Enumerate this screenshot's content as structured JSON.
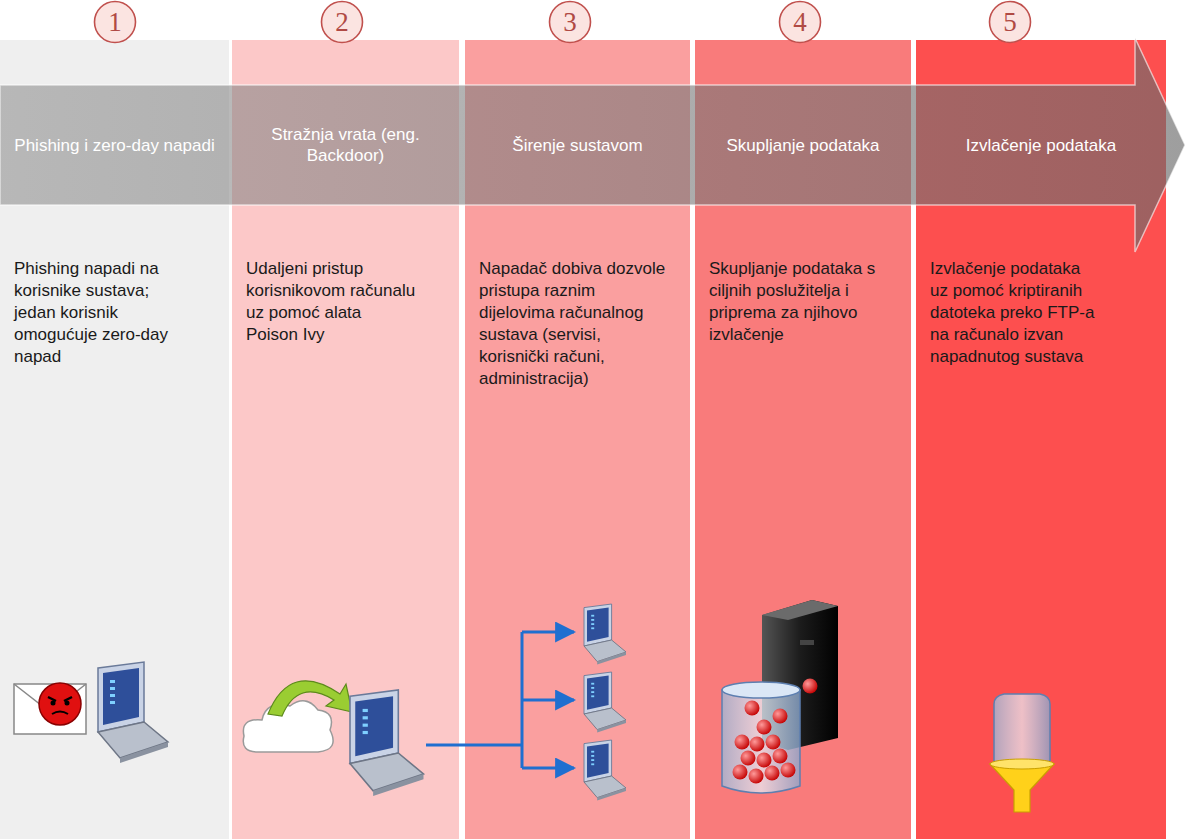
{
  "diagram": {
    "nodes": [
      {
        "text": [
          "Phishing i zero-day napadi",
          "Phishing napadi na korisnike sustava; jedan korisnik omogućuje zero-day napad"
        ]
      },
      {
        "text": [
          "1"
        ],
        "in": 0
      },
      {
        "text": [
          "Stražnja vrata (eng. Backdoor)",
          "Udaljeni pristup korisnikovom računalu uz pomoć alata Poison Ivy"
        ]
      },
      {
        "text": [
          "2"
        ],
        "in": 2
      },
      {
        "text": [
          "Širenje sustavom",
          "Napadač dobiva dozvole pristupa raznim dijelovima računalnog sustava (servisi, korisnički računi, administracija)"
        ]
      },
      {
        "text": [
          "3"
        ],
        "in": 4
      },
      {
        "text": [
          "Skupljanje podataka",
          "Skupljanje podataka s ciljnih poslužitelja i priprema za njihovo izvlačenje"
        ]
      },
      {
        "text": [
          "4"
        ],
        "in": 6
      },
      {
        "text": [
          "Izvlačenje podataka",
          "Izvlačenje podataka uz pomoć kriptiranih datoteka preko FTP-a na računalo izvan napadnutog sustava"
        ]
      },
      {
        "text": [
          "5"
        ],
        "in": 8
      }
    ]
  }
}
